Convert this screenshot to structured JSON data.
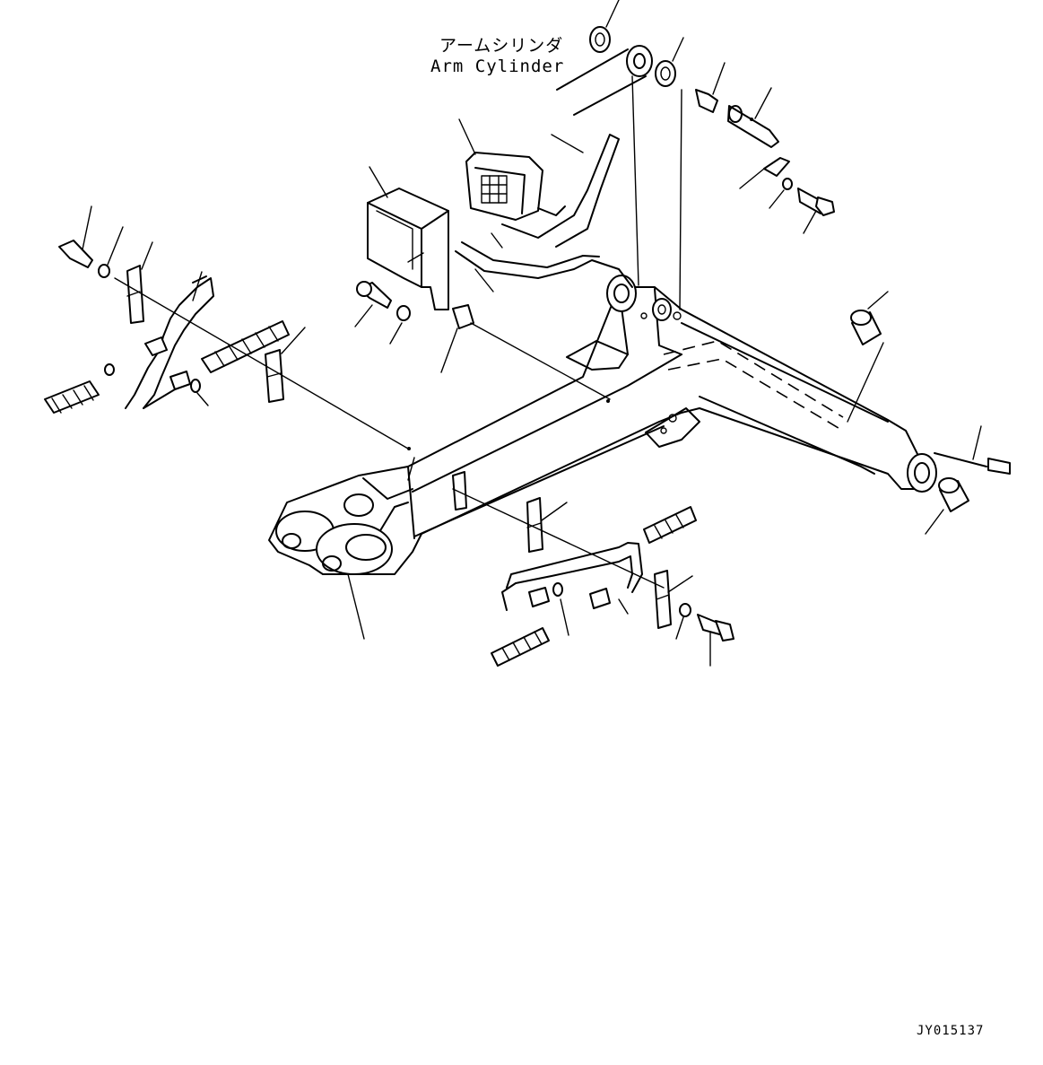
{
  "callout": {
    "label_jp": "アームシリンダ",
    "label_en": "Arm Cylinder"
  },
  "drawing_id": "JY015137"
}
